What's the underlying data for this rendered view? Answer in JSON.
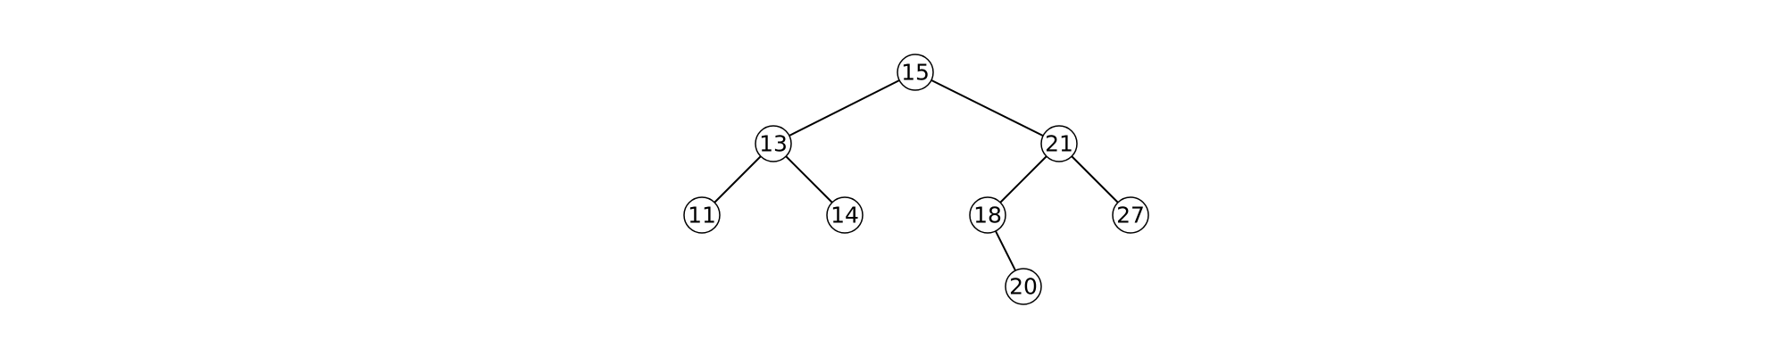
{
  "tree": {
    "nodes": [
      {
        "id": "n15",
        "label": "15"
      },
      {
        "id": "n13",
        "label": "13"
      },
      {
        "id": "n21",
        "label": "21"
      },
      {
        "id": "n11",
        "label": "11"
      },
      {
        "id": "n14",
        "label": "14"
      },
      {
        "id": "n18",
        "label": "18"
      },
      {
        "id": "n27",
        "label": "27"
      },
      {
        "id": "n20",
        "label": "20"
      }
    ],
    "edges": [
      {
        "from": "n15",
        "to": "n13"
      },
      {
        "from": "n15",
        "to": "n21"
      },
      {
        "from": "n13",
        "to": "n11"
      },
      {
        "from": "n13",
        "to": "n14"
      },
      {
        "from": "n21",
        "to": "n18"
      },
      {
        "from": "n21",
        "to": "n27"
      },
      {
        "from": "n18",
        "to": "n20"
      }
    ]
  }
}
